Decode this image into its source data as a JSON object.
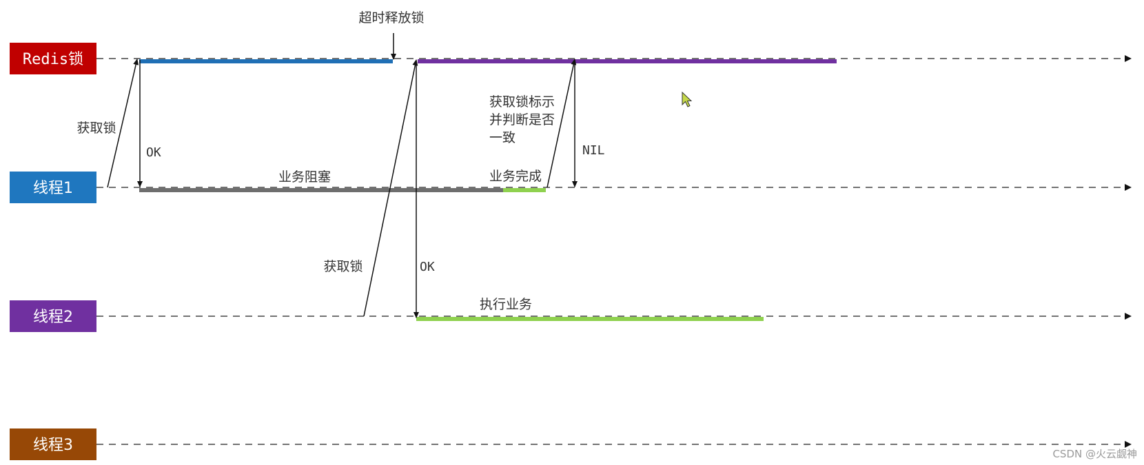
{
  "lanes": {
    "redis": {
      "label": "Redis锁",
      "color": "#c00000"
    },
    "thread1": {
      "label": "线程1",
      "color": "#1f77bf"
    },
    "thread2": {
      "label": "线程2",
      "color": "#7030a0"
    },
    "thread3": {
      "label": "线程3",
      "color": "#974806"
    }
  },
  "annotations": {
    "timeout_release": "超时释放锁",
    "acquire_lock_1": "获取锁",
    "ok_1": "OK",
    "business_blocked": "业务阻塞",
    "business_done": "业务完成",
    "check_lock_line1": "获取锁标示",
    "check_lock_line2": "并判断是否",
    "check_lock_line3": "一致",
    "nil": "NIL",
    "acquire_lock_2": "获取锁",
    "ok_2": "OK",
    "execute_business": "执行业务"
  },
  "segment_colors": {
    "thread1_lock_hold": "#1f6fb5",
    "thread2_lock_hold": "#7030a0",
    "thread1_blocked": "#6e6e6e",
    "thread1_done": "#8fd14f",
    "thread2_business": "#8fd14f"
  },
  "watermark": "CSDN @火云觑神"
}
